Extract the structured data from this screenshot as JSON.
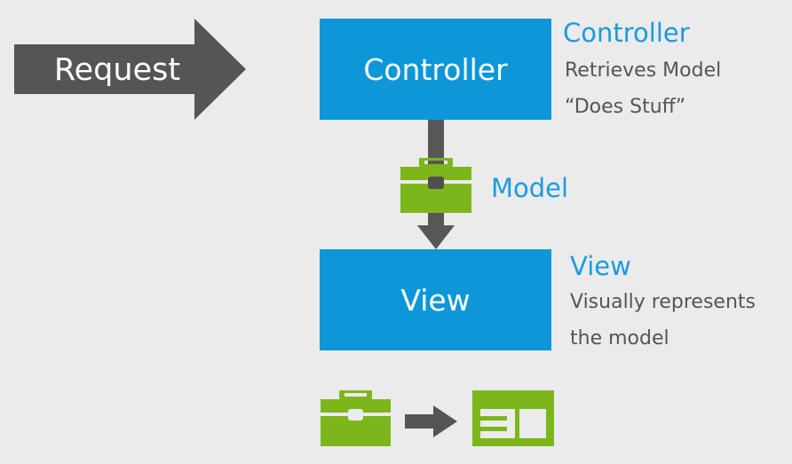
{
  "request": {
    "label": "Request"
  },
  "controller": {
    "box_label": "Controller",
    "title": "Controller",
    "description": [
      "Retrieves Model",
      "“Does Stuff”"
    ]
  },
  "model": {
    "label": "Model"
  },
  "view": {
    "box_label": "View",
    "title": "View",
    "description": [
      "Visually represents",
      "the model"
    ]
  },
  "icons": {
    "main_model_icon": "toolbox-icon",
    "bottom_left_icon": "toolbox-icon",
    "bottom_middle_icon": "arrow-right-icon",
    "bottom_right_icon": "layout-icon"
  },
  "colors": {
    "background": "#ebebeb",
    "box_blue": "#0d96d8",
    "title_blue": "#1a9be0",
    "request_gray": "#555555",
    "connector_gray": "#575757",
    "text_gray": "#555555",
    "icon_green": "#7cb61b"
  }
}
